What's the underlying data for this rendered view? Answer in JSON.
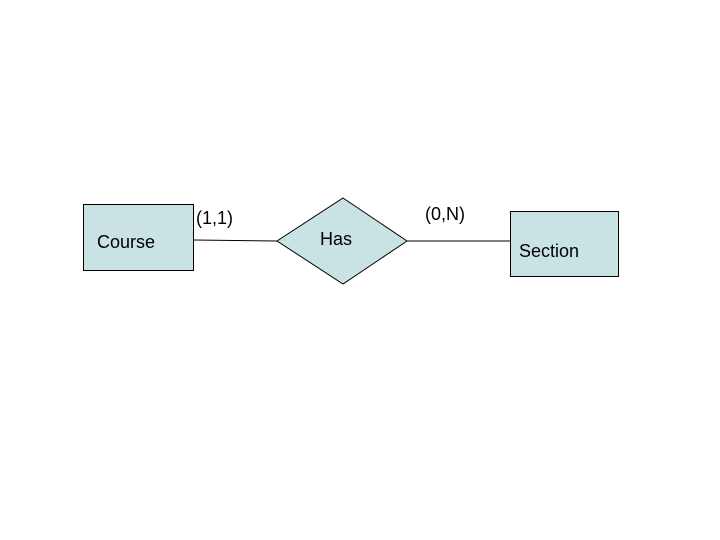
{
  "page": {
    "background_color": "#ffffff"
  },
  "diagram": {
    "type": "entity-relationship",
    "shape_fill_color": "#c9e3e4",
    "shape_border_color": "#000000",
    "text_color": "#000000",
    "entities": [
      {
        "label": "Course"
      },
      {
        "label": "Section"
      }
    ],
    "relationship": {
      "label": "Has"
    },
    "cardinality_labels": [
      {
        "label": "(1,1)"
      },
      {
        "label": "(0,N)"
      }
    ]
  }
}
